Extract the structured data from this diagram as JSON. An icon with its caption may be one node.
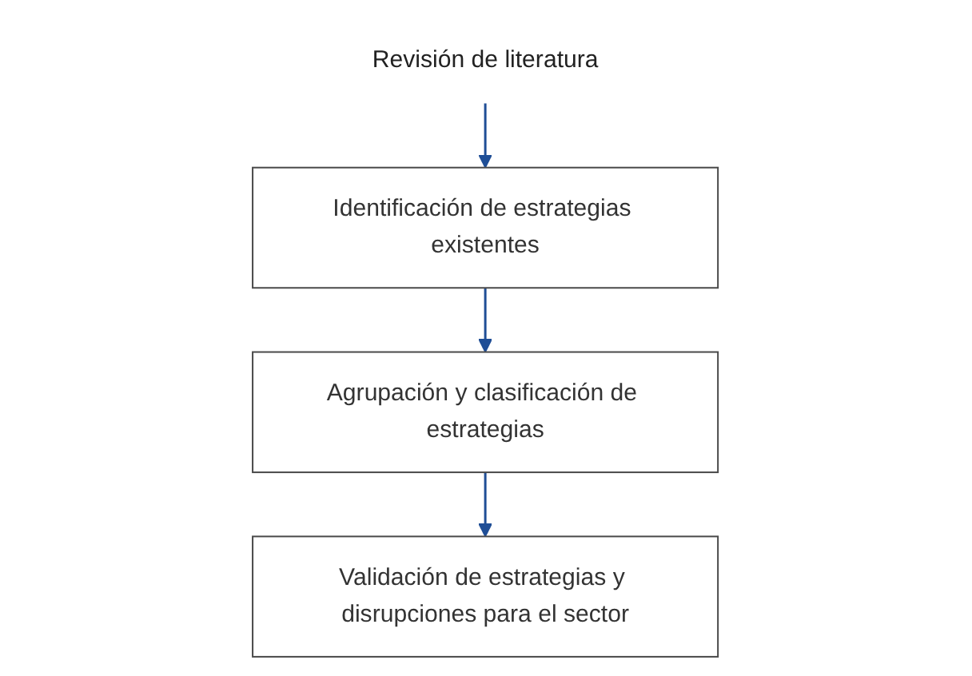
{
  "diagram": {
    "nodes": [
      {
        "text": [
          "Revisión de literatura"
        ]
      },
      {
        "text": [
          "Identificación de estrategias existentes"
        ]
      },
      {
        "text": [
          "Agrupación y clasificación de estrategias"
        ]
      },
      {
        "text": [
          "Validación de estrategias y disrupciones para el sector"
        ]
      }
    ],
    "edges": [
      {
        "from": 0,
        "to": 1,
        "arrow": "to"
      },
      {
        "from": 1,
        "to": 2,
        "arrow": "to"
      },
      {
        "from": 2,
        "to": 3,
        "arrow": "to"
      }
    ]
  }
}
